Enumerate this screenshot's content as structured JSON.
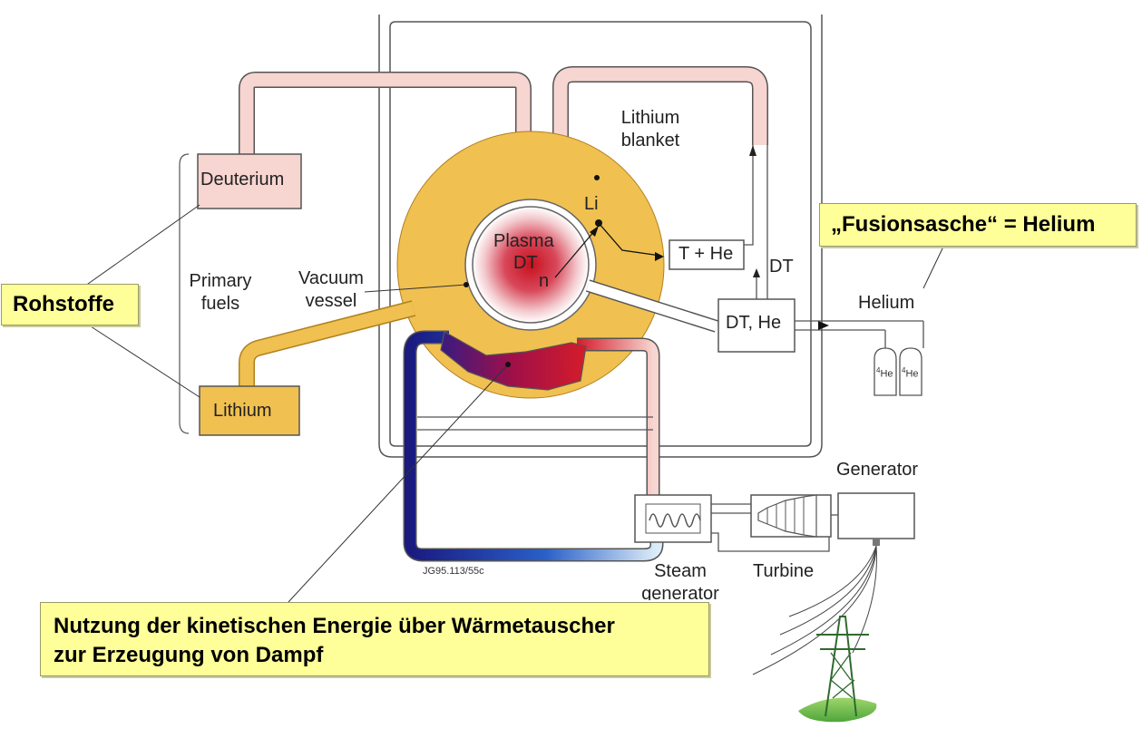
{
  "diagram": {
    "code": "JG95.113/55c",
    "labels": {
      "deuterium": "Deuterium",
      "lithium_box": "Lithium",
      "primary_fuels": "Primary\nfuels",
      "vacuum_vessel": "Vacuum\nvessel",
      "lithium_blanket": "Lithium\nblanket",
      "plasma": "Plasma",
      "dt_plasma": "DT",
      "n": "n",
      "li": "Li",
      "t_he": "T + He",
      "dt": "DT",
      "dt_he": "DT, He",
      "helium": "Helium",
      "he4_a": "4He",
      "he4_b": "4He",
      "generator": "Generator",
      "turbine": "Turbine",
      "steam_generator": "Steam\ngenerator"
    },
    "callouts": {
      "rohstoffe": "Rohstoffe",
      "fusionsasche": "„Fusionsasche“ = Helium",
      "nutzung_line1": "Nutzung der kinetischen Energie über Wärmetauscher",
      "nutzung_line2": "zur Erzeugung von Dampf"
    },
    "colors": {
      "pink_pipe": "#f7d5d0",
      "blanket": "#f0c050",
      "plasma_core": "#cc1020",
      "callout_fill": "#ffff99",
      "cold_loop": "#1a1a7a",
      "hot_loop": "#cc1020"
    }
  }
}
